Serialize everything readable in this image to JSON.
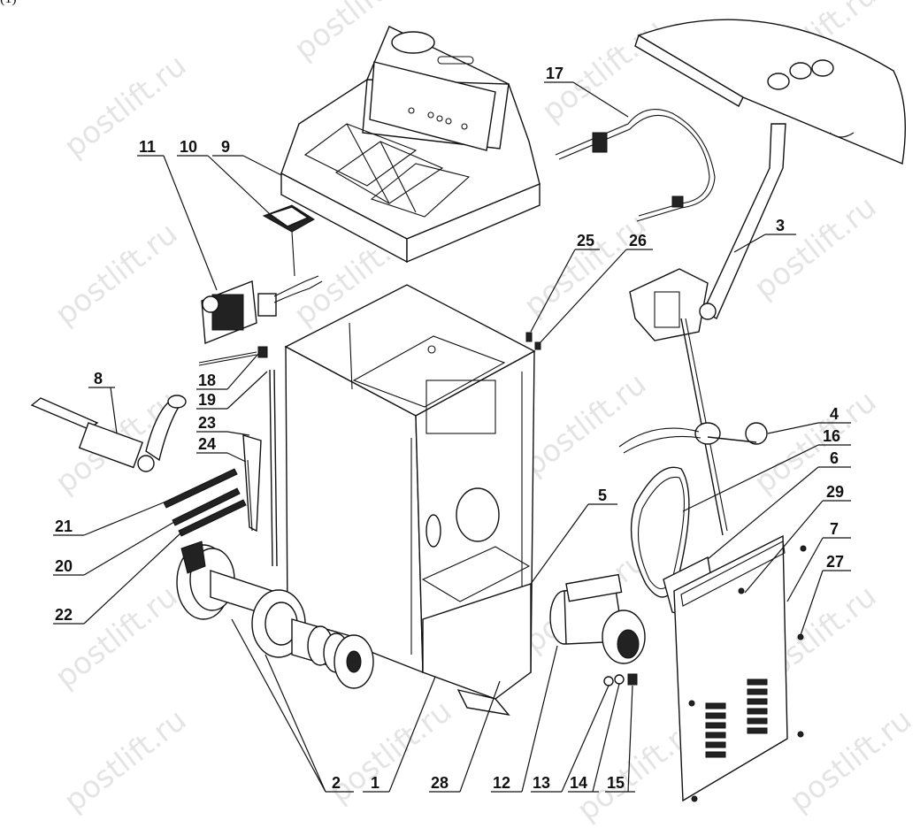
{
  "corner_label": "(1)",
  "watermark": "postlift.ru",
  "callouts": [
    "1",
    "2",
    "3",
    "4",
    "5",
    "6",
    "7",
    "8",
    "9",
    "10",
    "11",
    "12",
    "13",
    "14",
    "15",
    "16",
    "17",
    "18",
    "19",
    "20",
    "21",
    "22",
    "23",
    "24",
    "25",
    "26",
    "27",
    "28",
    "29"
  ]
}
